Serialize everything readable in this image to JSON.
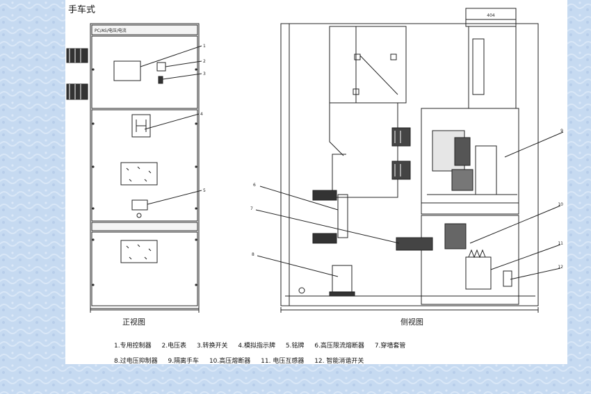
{
  "title": "手车式",
  "views": {
    "front": "正视图",
    "side": "侧视图"
  },
  "dimension": "404",
  "front_panel_label": "PC/AS/电压/电流",
  "callouts": [
    "1",
    "2",
    "3",
    "4",
    "5",
    "6",
    "7",
    "8",
    "9",
    "10",
    "11",
    "12"
  ],
  "legend": [
    "1.专用控制器",
    "2.电压表",
    "3.转换开关",
    "4.模拟指示牌",
    "5.铭牌",
    "6.高压限流熔断器",
    "7.穿墙套管",
    "8.过电压抑制器",
    "9.隔离手车",
    "10.高压熔断器",
    "11. 电压互感器",
    "12. 智能消谐开关"
  ]
}
